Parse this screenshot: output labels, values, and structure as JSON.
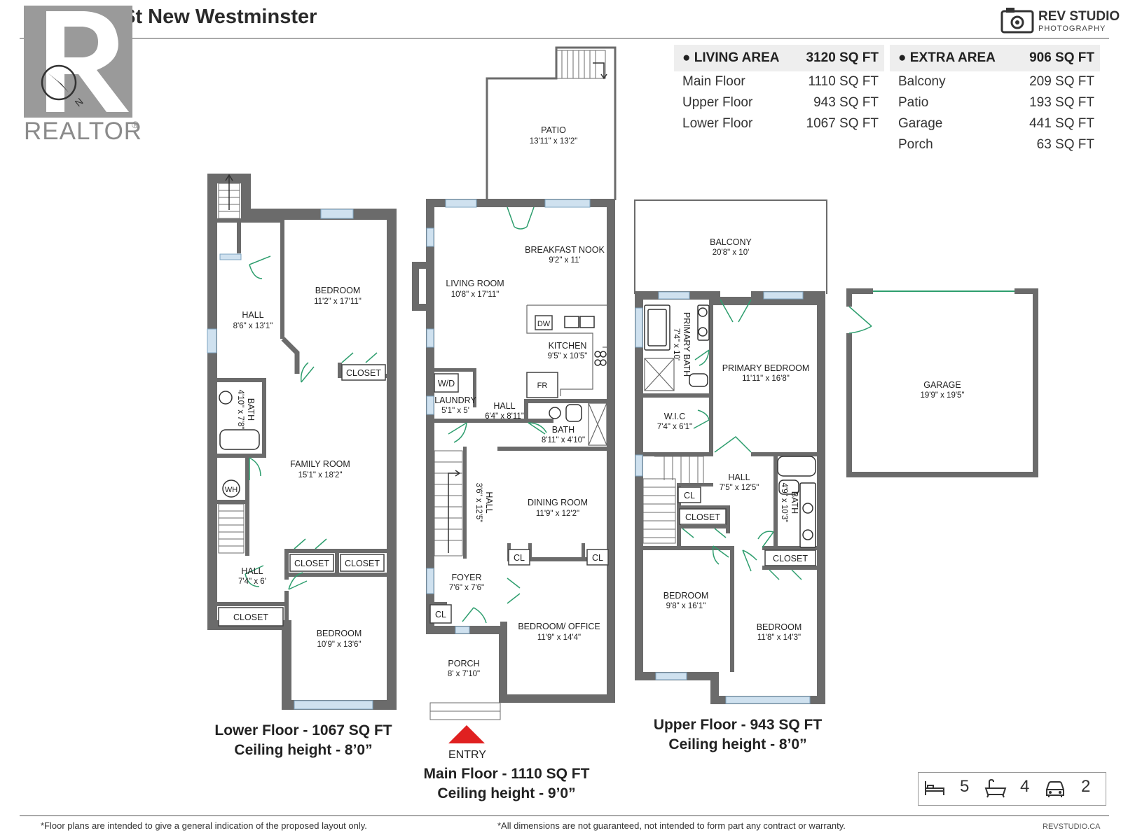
{
  "header": {
    "title": "610 13th St New Westminster"
  },
  "brand": {
    "name": "REV STUDIO",
    "tagline": "PHOTOGRAPHY",
    "url": "REVSTUDIO.CA"
  },
  "realtor": {
    "wordmark": "REALTOR",
    "registered": "®"
  },
  "living_area": {
    "label": "LIVING AREA",
    "value": "3120 SQ FT",
    "rows": [
      {
        "label": "Main Floor",
        "value": "1110 SQ FT"
      },
      {
        "label": "Upper Floor",
        "value": "943 SQ FT"
      },
      {
        "label": "Lower Floor",
        "value": "1067 SQ FT"
      }
    ]
  },
  "extra_area": {
    "label": "EXTRA AREA",
    "value": "906 SQ FT",
    "rows": [
      {
        "label": "Balcony",
        "value": "209 SQ FT"
      },
      {
        "label": "Patio",
        "value": "193 SQ FT"
      },
      {
        "label": "Garage",
        "value": "441 SQ FT"
      },
      {
        "label": "Porch",
        "value": "63 SQ FT"
      }
    ]
  },
  "rooms": {
    "lower": {
      "hall1": {
        "name": "HALL",
        "dim": "8'6\" x 13'1\""
      },
      "bedroom1": {
        "name": "BEDROOM",
        "dim": "11'2\" x 17'11\""
      },
      "closet1": {
        "name": "CLOSET"
      },
      "bath": {
        "name": "BATH",
        "dim": "4'10\" x 7'8\""
      },
      "family": {
        "name": "FAMILY ROOM",
        "dim": "15'1\" x 18'2\""
      },
      "wh": {
        "name": "WH"
      },
      "closet2": {
        "name": "CLOSET"
      },
      "closet3": {
        "name": "CLOSET"
      },
      "hall2": {
        "name": "HALL",
        "dim": "7'4\" x 6'"
      },
      "closet4": {
        "name": "CLOSET"
      },
      "bedroom2": {
        "name": "BEDROOM",
        "dim": "10'9\" x 13'6\""
      }
    },
    "main": {
      "patio": {
        "name": "PATIO",
        "dim": "13'11\" x 13'2\""
      },
      "nook": {
        "name": "BREAKFAST NOOK",
        "dim": "9'2\" x 11'"
      },
      "living": {
        "name": "LIVING ROOM",
        "dim": "10'8\" x 17'11\""
      },
      "dw": {
        "name": "DW"
      },
      "kitchen": {
        "name": "KITCHEN",
        "dim": "9'5\" x 10'5\""
      },
      "wd": {
        "name": "W/D"
      },
      "fr": {
        "name": "FR"
      },
      "laundry": {
        "name": "LAUNDRY",
        "dim": "5'1\" x 5'"
      },
      "hall1": {
        "name": "HALL",
        "dim": "6'4\" x 8'11\""
      },
      "bath": {
        "name": "BATH",
        "dim": "8'11\" x 4'10\""
      },
      "hall2": {
        "name": "HALL",
        "dim": "3'6\" x 12'5\""
      },
      "dining": {
        "name": "DINING ROOM",
        "dim": "11'9\" x 12'2\""
      },
      "cl1": {
        "name": "CL"
      },
      "cl2": {
        "name": "CL"
      },
      "foyer": {
        "name": "FOYER",
        "dim": "7'6\" x 7'6\""
      },
      "cl3": {
        "name": "CL"
      },
      "office": {
        "name": "BEDROOM/ OFFICE",
        "dim": "11'9\" x 14'4\""
      },
      "porch": {
        "name": "PORCH",
        "dim": "8' x 7'10\""
      }
    },
    "upper": {
      "balcony": {
        "name": "BALCONY",
        "dim": "20'8\" x 10'"
      },
      "pbath": {
        "name": "PRIMARY BATH",
        "dim": "7'4\" x 10'"
      },
      "pbed": {
        "name": "PRIMARY BEDROOM",
        "dim": "11'11\" x 16'8\""
      },
      "wic": {
        "name": "W.I.C",
        "dim": "7'4\" x 6'1\""
      },
      "hall": {
        "name": "HALL",
        "dim": "7'5\" x 12'5\""
      },
      "cl": {
        "name": "CL"
      },
      "closet1": {
        "name": "CLOSET"
      },
      "bath": {
        "name": "BATH",
        "dim": "4'9\" x 10'3\""
      },
      "closet2": {
        "name": "CLOSET"
      },
      "bedroom1": {
        "name": "BEDROOM",
        "dim": "9'8\" x 16'1\""
      },
      "bedroom2": {
        "name": "BEDROOM",
        "dim": "11'8\" x 14'3\""
      }
    },
    "garage": {
      "name": "GARAGE",
      "dim": "19'9\" x 19'5\""
    }
  },
  "floors": {
    "lower": {
      "area": "Lower Floor - 1067 SQ FT",
      "ceiling": "Ceiling height - 8’0”"
    },
    "main": {
      "area": "Main Floor - 1110 SQ FT",
      "ceiling": "Ceiling height - 9’0”"
    },
    "upper": {
      "area": "Upper Floor - 943 SQ FT",
      "ceiling": "Ceiling height - 8’0”"
    }
  },
  "entry": {
    "label": "ENTRY"
  },
  "summary": {
    "bedrooms": "5",
    "bathrooms": "4",
    "garage": "2"
  },
  "footer": {
    "left": "*Floor plans are intended to give a general indication of the proposed layout only.",
    "right": "*All dimensions are not guaranteed, not intended to form part any contract or warranty."
  },
  "colors": {
    "wall": "#6b6b6b",
    "door": "#2e9e6e",
    "window": "#b8d3e8",
    "entry": "#e02020"
  }
}
